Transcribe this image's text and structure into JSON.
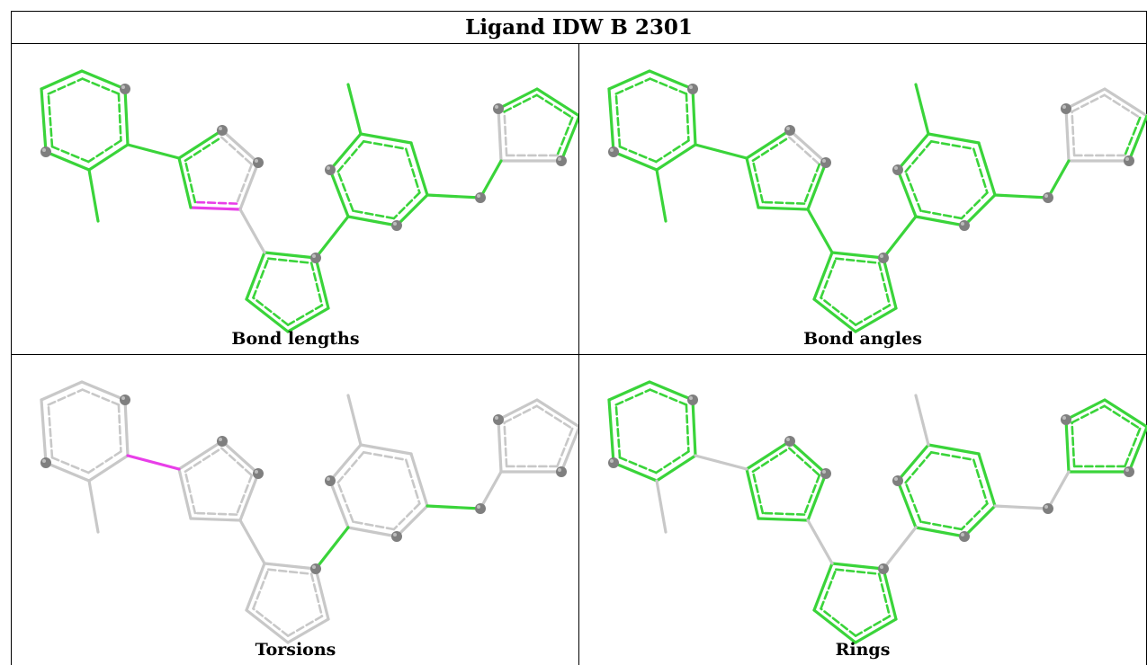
{
  "title": "Ligand IDW B 2301",
  "panels": [
    {
      "caption": "Bond lengths"
    },
    {
      "caption": "Bond angles"
    },
    {
      "caption": "Torsions"
    },
    {
      "caption": "Rings"
    }
  ],
  "colors": {
    "ok": "#3ad43a",
    "outlier": "#e83ee8",
    "unassessed": "#c8c8c8",
    "atom": "#7f7f7f"
  }
}
